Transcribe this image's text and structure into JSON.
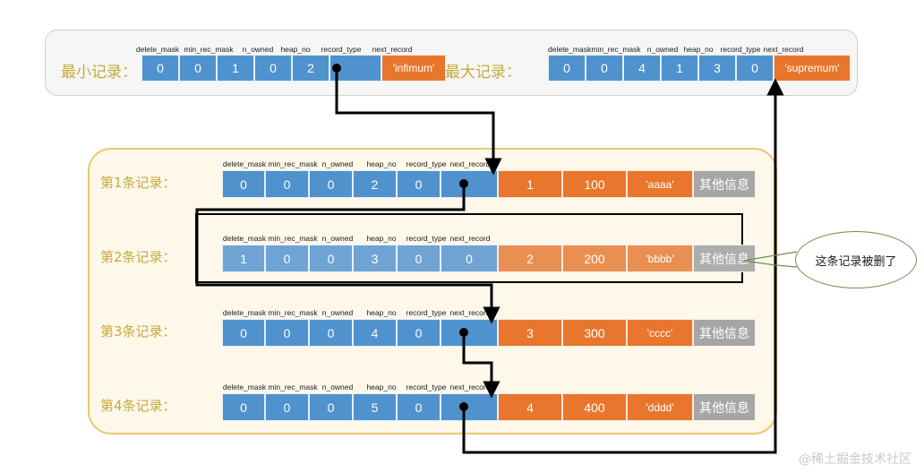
{
  "diagram": {
    "title_min": "最小记录：",
    "title_max": "最大记录：",
    "headers": [
      "delete_mask",
      "min_rec_mask",
      "n_owned",
      "heap_no",
      "record_type",
      "next_record"
    ],
    "callout_text": "这条记录被删了",
    "watermark": "@稀土掘金技术社区",
    "other_info_label": "其他信息",
    "colors": {
      "blue": "#4f92cd",
      "orange": "#e8762c",
      "gray": "#a6a6a6",
      "panel_bg": "#f6f6f6",
      "records_bg": "#fdf8ea",
      "records_border": "#e8c96a",
      "label_text": "#c8a93a",
      "callout_border": "#6f8f52",
      "arrow": "#000000"
    }
  },
  "system_records": [
    {
      "name": "minimum-record",
      "label": "最小记录：",
      "header_values": [
        "0",
        "0",
        "1",
        "0",
        "2",
        ""
      ],
      "payload": "'infimum'"
    },
    {
      "name": "maximum-record",
      "label": "最大记录：",
      "header_values": [
        "0",
        "0",
        "4",
        "1",
        "3",
        "0"
      ],
      "payload": "'supremum'"
    }
  ],
  "user_records": [
    {
      "name": "record-1",
      "label": "第1条记录：",
      "deleted": false,
      "header_values": [
        "0",
        "0",
        "0",
        "2",
        "0",
        ""
      ],
      "columns": [
        "1",
        "100",
        "'aaaa'"
      ],
      "other_info": "其他信息"
    },
    {
      "name": "record-2",
      "label": "第2条记录：",
      "deleted": true,
      "header_values": [
        "1",
        "0",
        "0",
        "3",
        "0",
        "0"
      ],
      "columns": [
        "2",
        "200",
        "'bbbb'"
      ],
      "other_info": "其他信息"
    },
    {
      "name": "record-3",
      "label": "第3条记录：",
      "deleted": false,
      "header_values": [
        "0",
        "0",
        "0",
        "4",
        "0",
        ""
      ],
      "columns": [
        "3",
        "300",
        "'cccc'"
      ],
      "other_info": "其他信息"
    },
    {
      "name": "record-4",
      "label": "第4条记录：",
      "deleted": false,
      "header_values": [
        "0",
        "0",
        "0",
        "5",
        "0",
        ""
      ],
      "columns": [
        "4",
        "400",
        "'dddd'"
      ],
      "other_info": "其他信息"
    }
  ]
}
